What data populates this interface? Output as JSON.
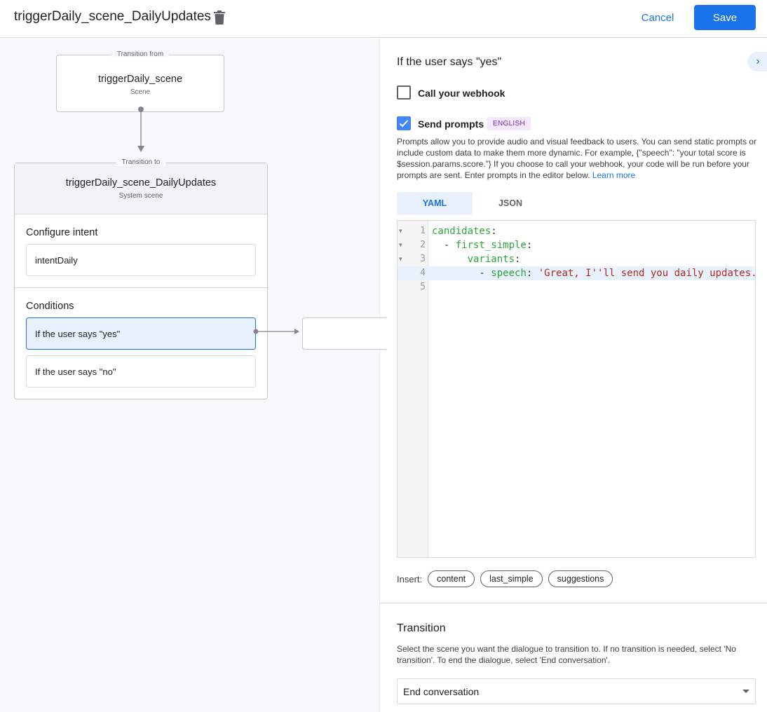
{
  "header": {
    "title": "triggerDaily_scene_DailyUpdates",
    "cancel_label": "Cancel",
    "save_label": "Save"
  },
  "canvas": {
    "from": {
      "legend": "Transition from",
      "name": "triggerDaily_scene",
      "type": "Scene"
    },
    "to": {
      "legend": "Transition to",
      "name": "triggerDaily_scene_DailyUpdates",
      "type": "System scene"
    },
    "configure_intent": {
      "heading": "Configure intent",
      "intent": "intentDaily"
    },
    "conditions": {
      "heading": "Conditions",
      "items": [
        "If the user says \"yes\"",
        "If the user says \"no\""
      ]
    }
  },
  "panel": {
    "heading": "If the user says \"yes\"",
    "webhook_label": "Call your webhook",
    "webhook_checked": false,
    "prompts_label": "Send prompts",
    "prompts_checked": true,
    "language_badge": "ENGLISH",
    "description": "Prompts allow you to provide audio and visual feedback to users. You can send static prompts or include custom data to make them more dynamic. For example, {\"speech\": \"your total score is $session.params.score.”} If you choose to call your webhook, your code will be run before your prompts are sent. Enter prompts in the editor below.",
    "learn_more": "Learn more",
    "tabs": [
      "YAML",
      "JSON"
    ],
    "active_tab": "YAML",
    "editor_lines": [
      {
        "n": "1",
        "parts": [
          [
            "k",
            "candidates"
          ],
          [
            "p",
            ":"
          ]
        ]
      },
      {
        "n": "2",
        "parts": [
          [
            "p",
            "  - "
          ],
          [
            "k",
            "first_simple"
          ],
          [
            "p",
            ":"
          ]
        ]
      },
      {
        "n": "3",
        "parts": [
          [
            "p",
            "      "
          ],
          [
            "k",
            "variants"
          ],
          [
            "p",
            ":"
          ]
        ]
      },
      {
        "n": "4",
        "parts": [
          [
            "p",
            "        - "
          ],
          [
            "k",
            "speech"
          ],
          [
            "p",
            ": "
          ],
          [
            "s",
            "'Great, I''ll send you daily updates."
          ]
        ]
      },
      {
        "n": "5",
        "parts": []
      }
    ],
    "insert_label": "Insert:",
    "insert_chips": [
      "content",
      "last_simple",
      "suggestions"
    ],
    "transition": {
      "heading": "Transition",
      "description": "Select the scene you want the dialogue to transition to. If no transition is needed, select 'No transition'. To end the dialogue, select 'End conversation'.",
      "selected": "End conversation"
    }
  }
}
